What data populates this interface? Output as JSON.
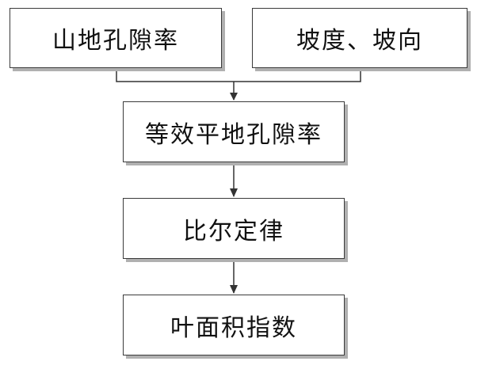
{
  "flowchart": {
    "nodes": {
      "mountain_gap_fraction": "山地孔隙率",
      "slope_aspect": "坡度、坡向",
      "equivalent_flat_gap_fraction": "等效平地孔隙率",
      "beer_law": "比尔定律",
      "leaf_area_index": "叶面积指数"
    },
    "colors": {
      "line": "#333333",
      "border": "#3a3a3a",
      "shadow": "#b0b0b0",
      "text": "#111111"
    }
  }
}
